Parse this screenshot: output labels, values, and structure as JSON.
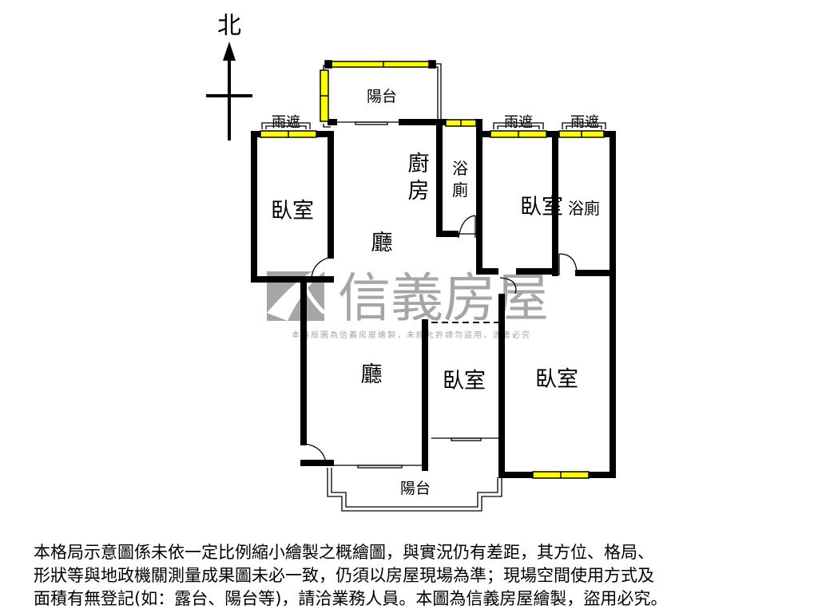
{
  "compass": {
    "north_label": "北",
    "icon": "north-arrow-icon"
  },
  "rooms": {
    "balcony_top": "陽台",
    "awning_left": "雨遮",
    "awning_mid": "雨遮",
    "awning_right": "雨遮",
    "kitchen_1": "廚",
    "kitchen_2": "房",
    "bath_upper_1": "浴",
    "bath_upper_2": "廁",
    "bedroom_left": "臥室",
    "bedroom_mid": "臥室",
    "bath_right": "浴廁",
    "living_upper": "廳",
    "living_lower": "廳",
    "bedroom_lower_mid": "臥室",
    "bedroom_lower_right": "臥室",
    "balcony_bottom": "陽台"
  },
  "watermark": {
    "brand": "信義房屋",
    "notice": "本格局圖為信義房屋繪製，未經允許請勿盜用，違者必究"
  },
  "colors": {
    "wall": "#000000",
    "window": "#ffff00",
    "watermark": "#a6a6a6"
  },
  "disclaimer": [
    "本格局示意圖係未依一定比例縮小繪製之概繪圖，與實況仍有差距，其方位、格局、",
    "形狀等與地政機關測量成果圖未必一致，仍須以房屋現場為準；現場空間使用方式及",
    "面積有無登記(如：露台、陽台等)，請洽業務人員。本圖為信義房屋繪製，盜用必究。"
  ]
}
